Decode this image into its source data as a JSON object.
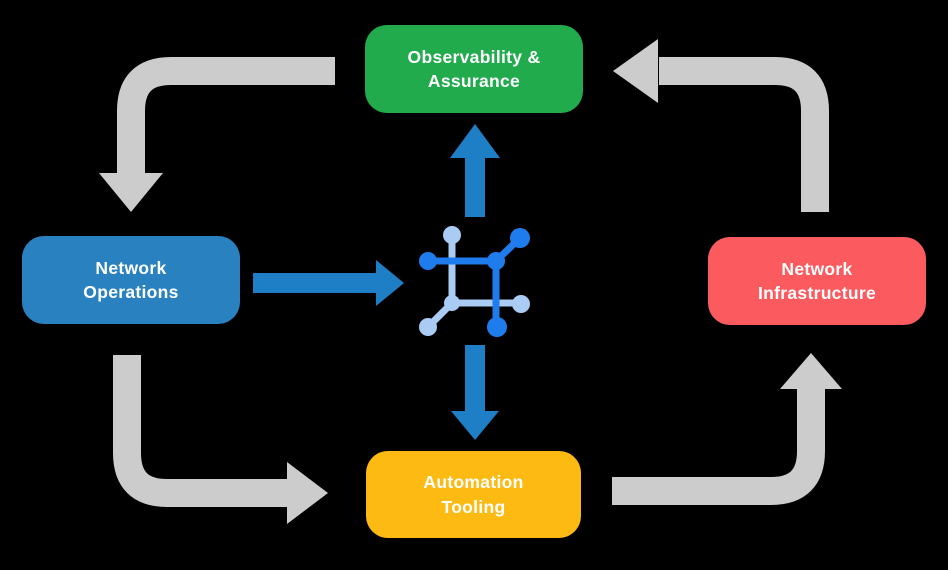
{
  "diagram": {
    "type": "cycle-flow-diagram",
    "description_not_shown": ""
  },
  "nodes": {
    "observability": {
      "label": "Observability &\nAssurance",
      "color": "#22AB4D"
    },
    "operations": {
      "label": "Network\nOperations",
      "color": "#2981C0"
    },
    "infrastructure": {
      "label": "Network\nInfrastructure",
      "color": "#FB5B5F"
    },
    "automation": {
      "label": "Automation\nTooling",
      "color": "#FDBA12"
    }
  },
  "center_icon": {
    "name": "network-automation-icon",
    "dark_blue": "#1E7CEC",
    "light_blue": "#A9CBF4"
  },
  "flows": {
    "outer_cycle": [
      {
        "from": "Observability & Assurance",
        "to": "Network Operations",
        "color": "#CCCCCC"
      },
      {
        "from": "Network Operations",
        "to": "Automation Tooling",
        "color": "#CCCCCC"
      },
      {
        "from": "Automation Tooling",
        "to": "Network Infrastructure",
        "color": "#CCCCCC"
      },
      {
        "from": "Network Infrastructure",
        "to": "Observability & Assurance",
        "color": "#CCCCCC"
      }
    ],
    "center_links": [
      {
        "from": "Network Operations",
        "to": "center-icon",
        "color": "#1F7FC6"
      },
      {
        "from": "center-icon",
        "to": "Observability & Assurance",
        "color": "#1F7FC6"
      },
      {
        "from": "center-icon",
        "to": "Automation Tooling",
        "color": "#1F7FC6"
      }
    ]
  },
  "colors": {
    "background": "#000000",
    "text": "#FFFFFF",
    "arrow_gray": "#CCCCCC",
    "arrow_blue": "#1F7FC6",
    "icon_blue_dark": "#1E7CEC",
    "icon_blue_light": "#A9CBF4"
  }
}
